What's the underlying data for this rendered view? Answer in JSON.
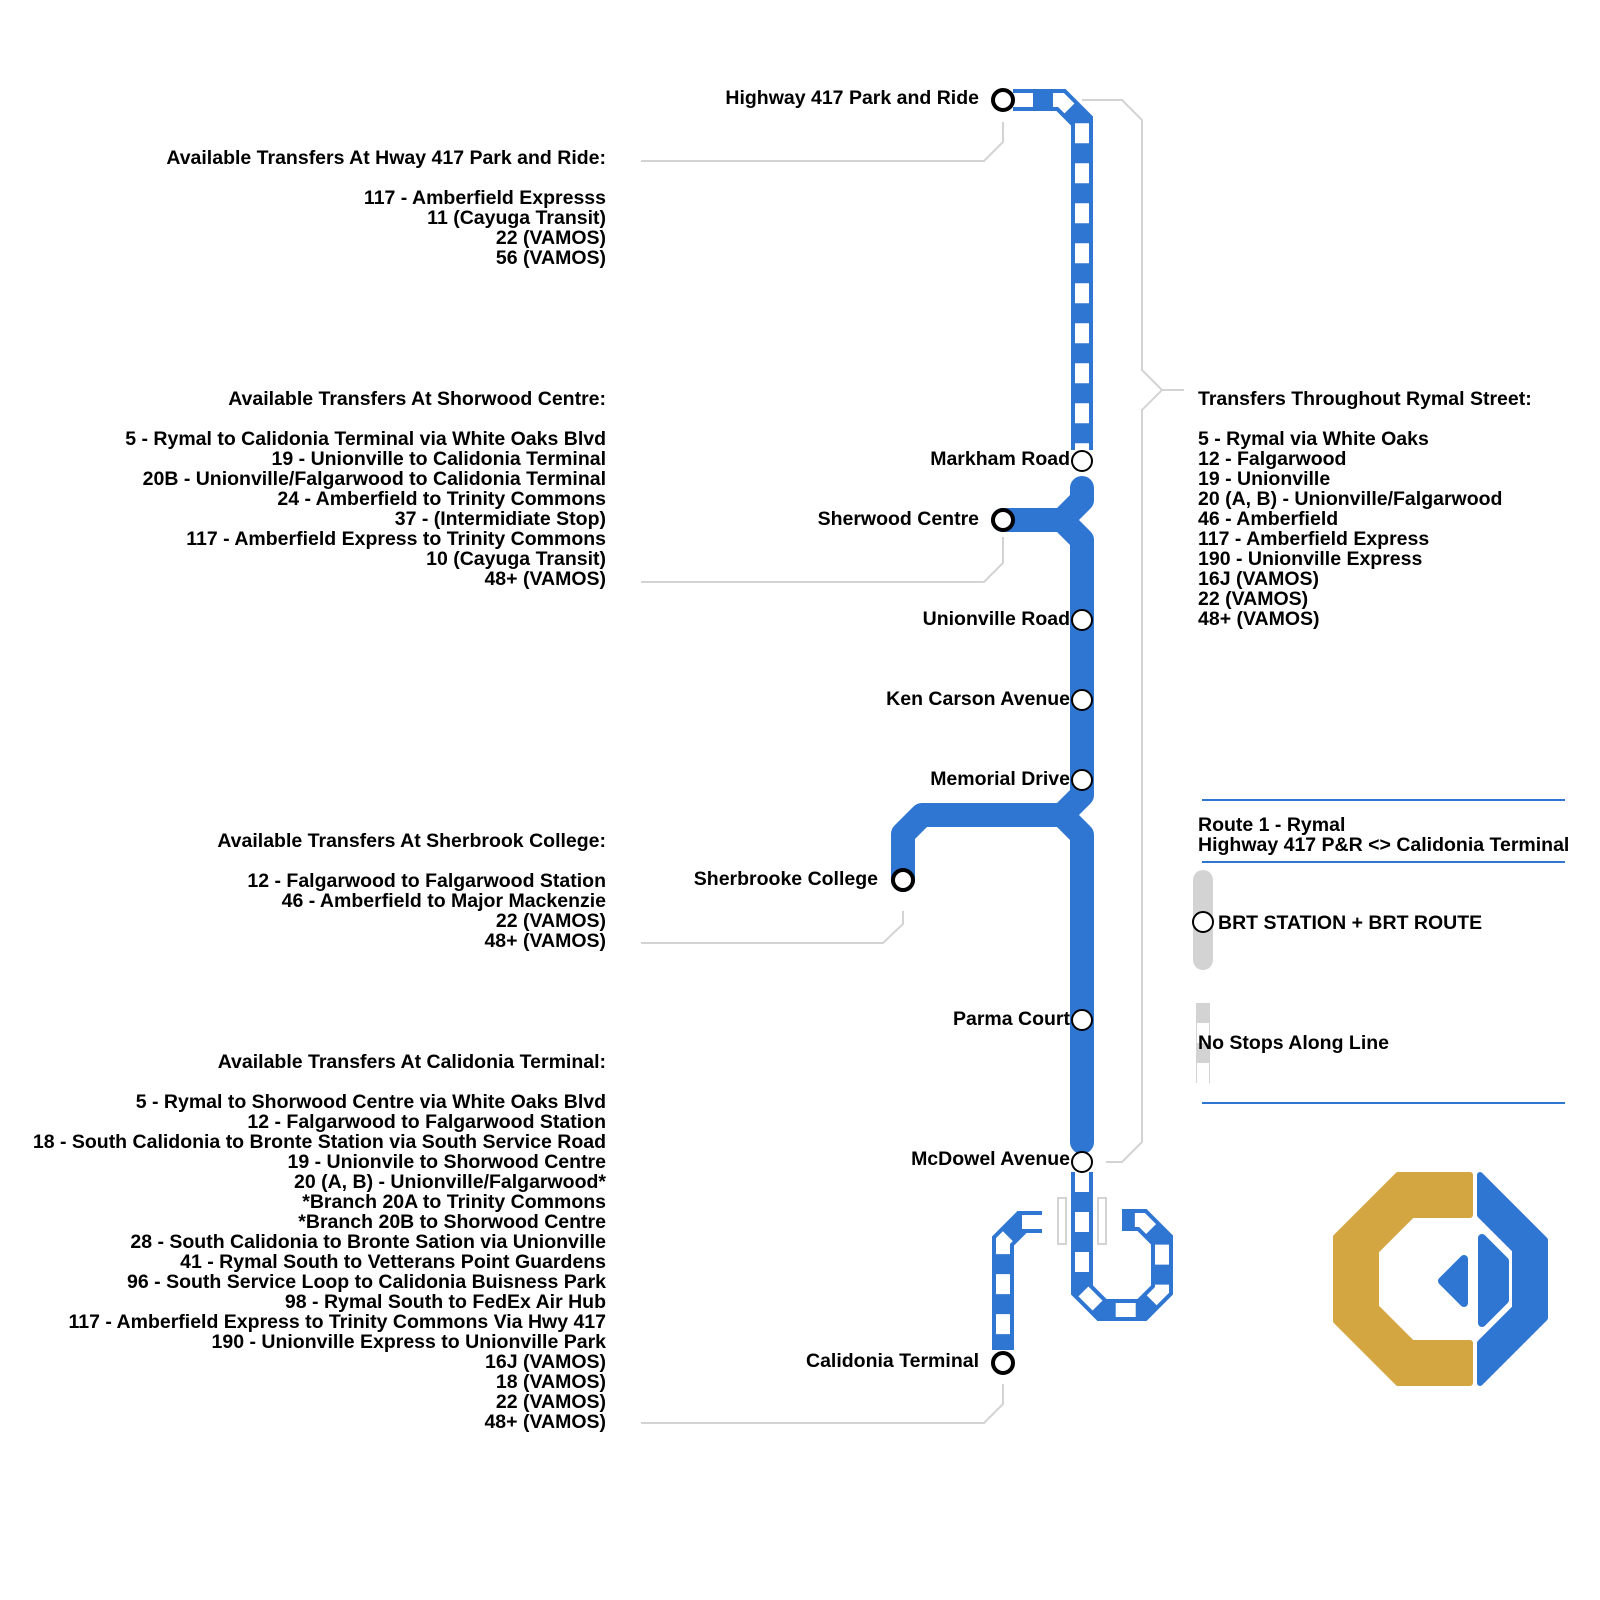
{
  "colors": {
    "route_blue": "#2f76d2",
    "connector_gray": "#d3d3d3",
    "logo_gold": "#d4a642",
    "text": "#000000"
  },
  "stations": [
    {
      "id": "hwy417",
      "label": "Highway 417 Park and Ride",
      "type": "terminal"
    },
    {
      "id": "markham",
      "label": "Markham Road",
      "type": "brt"
    },
    {
      "id": "sherwood",
      "label": "Sherwood Centre",
      "type": "terminal"
    },
    {
      "id": "unionville",
      "label": "Unionville Road",
      "type": "brt"
    },
    {
      "id": "kencarson",
      "label": "Ken Carson Avenue",
      "type": "brt"
    },
    {
      "id": "memorial",
      "label": "Memorial Drive",
      "type": "brt"
    },
    {
      "id": "sherbrooke",
      "label": "Sherbrooke College",
      "type": "terminal"
    },
    {
      "id": "parma",
      "label": "Parma Court",
      "type": "brt"
    },
    {
      "id": "mcdowel",
      "label": "McDowel Avenue",
      "type": "brt"
    },
    {
      "id": "calidonia",
      "label": "Calidonia Terminal",
      "type": "terminal"
    }
  ],
  "transfers": {
    "hwy417": {
      "title": "Available Transfers At Hway 417 Park and Ride:",
      "items": [
        "117 - Amberfield Expresss",
        "11 (Cayuga Transit)",
        "22 (VAMOS)",
        "56 (VAMOS)"
      ]
    },
    "shorwood": {
      "title": "Available Transfers At Shorwood Centre:",
      "items": [
        "5 - Rymal to Calidonia Terminal via White Oaks Blvd",
        "19 - Unionville to Calidonia Terminal",
        "20B - Unionville/Falgarwood to Calidonia Terminal",
        "24 - Amberfield to Trinity Commons",
        "37 - (Intermidiate Stop)",
        "117 - Amberfield Express to Trinity Commons",
        "10 (Cayuga Transit)",
        "48+ (VAMOS)"
      ]
    },
    "sherbrook": {
      "title": "Available Transfers At Sherbrook College:",
      "items": [
        "12 - Falgarwood to Falgarwood Station",
        "46 - Amberfield to Major Mackenzie",
        "22 (VAMOS)",
        "48+ (VAMOS)"
      ]
    },
    "calidonia": {
      "title": "Available Transfers At Calidonia Terminal:",
      "items": [
        "5 - Rymal to Shorwood Centre via White Oaks Blvd",
        "12 - Falgarwood to Falgarwood Station",
        "18 - South Calidonia to Bronte Station via South Service Road",
        "19 - Unionvile to Shorwood Centre",
        "20 (A, B) - Unionville/Falgarwood*",
        "*Branch 20A to Trinity Commons",
        "*Branch 20B to Shorwood Centre",
        "28 - South Calidonia to Bronte Sation via Unionville",
        "41 - Rymal South to Vetterans Point Guardens",
        "96 - South Service Loop to Calidonia Buisness Park",
        "98 - Rymal South to FedEx Air Hub",
        "117 - Amberfield Express to Trinity Commons Via Hwy 417",
        "190 - Unionville Express to Unionville Park",
        "16J (VAMOS)",
        "18 (VAMOS)",
        "22 (VAMOS)",
        "48+ (VAMOS)"
      ]
    },
    "rymal": {
      "title": "Transfers Throughout Rymal Street:",
      "items": [
        "5 - Rymal via White Oaks",
        "12 - Falgarwood",
        "19 - Unionville",
        "20 (A, B) - Unionville/Falgarwood",
        "46 - Amberfield",
        "117 - Amberfield Express",
        "190 - Unionville Express",
        "16J (VAMOS)",
        "22 (VAMOS)",
        "48+ (VAMOS)"
      ]
    }
  },
  "legend": {
    "route_name": "Route 1 - Rymal",
    "route_span": "Highway 417 P&R <> Calidonia Terminal",
    "brt_label": "BRT STATION + BRT ROUTE",
    "no_stops_label": "No Stops Along Line"
  },
  "logo": {
    "icon": "transit-agency-logo"
  }
}
